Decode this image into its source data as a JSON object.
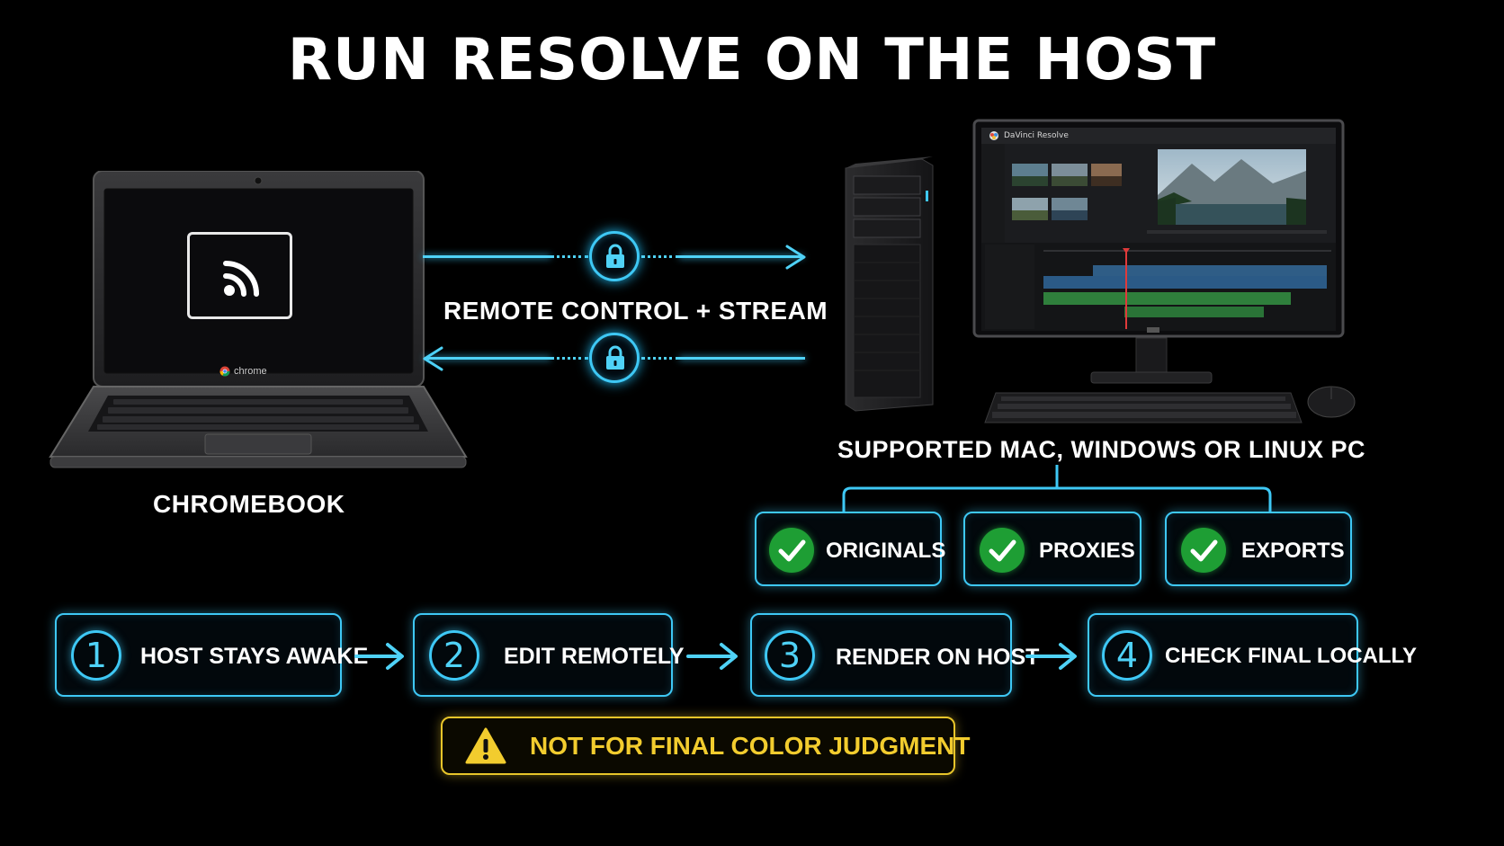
{
  "title": "RUN RESOLVE ON THE HOST",
  "laptop": {
    "label": "CHROMEBOOK",
    "brand": "chrome",
    "screen_icon": "cast-icon"
  },
  "connection": {
    "label": "REMOTE CONTROL + STREAM",
    "icon": "lock-icon"
  },
  "host": {
    "label": "SUPPORTED MAC, WINDOWS OR LINUX PC",
    "app_title": "DaVinci Resolve",
    "storage": [
      {
        "label": "ORIGINALS"
      },
      {
        "label": "PROXIES"
      },
      {
        "label": "EXPORTS"
      }
    ]
  },
  "steps": [
    {
      "number": "1",
      "label": "HOST STAYS AWAKE"
    },
    {
      "number": "2",
      "label": "EDIT REMOTELY"
    },
    {
      "number": "3",
      "label": "RENDER ON HOST"
    },
    {
      "number": "4",
      "label": "CHECK FINAL LOCALLY"
    }
  ],
  "warning": {
    "label": "NOT FOR FINAL COLOR JUDGMENT",
    "icon": "warning-icon"
  },
  "colors": {
    "accent": "#3ec8f5",
    "check": "#1e9e34",
    "warning": "#f2cc2e",
    "background": "#000000"
  }
}
